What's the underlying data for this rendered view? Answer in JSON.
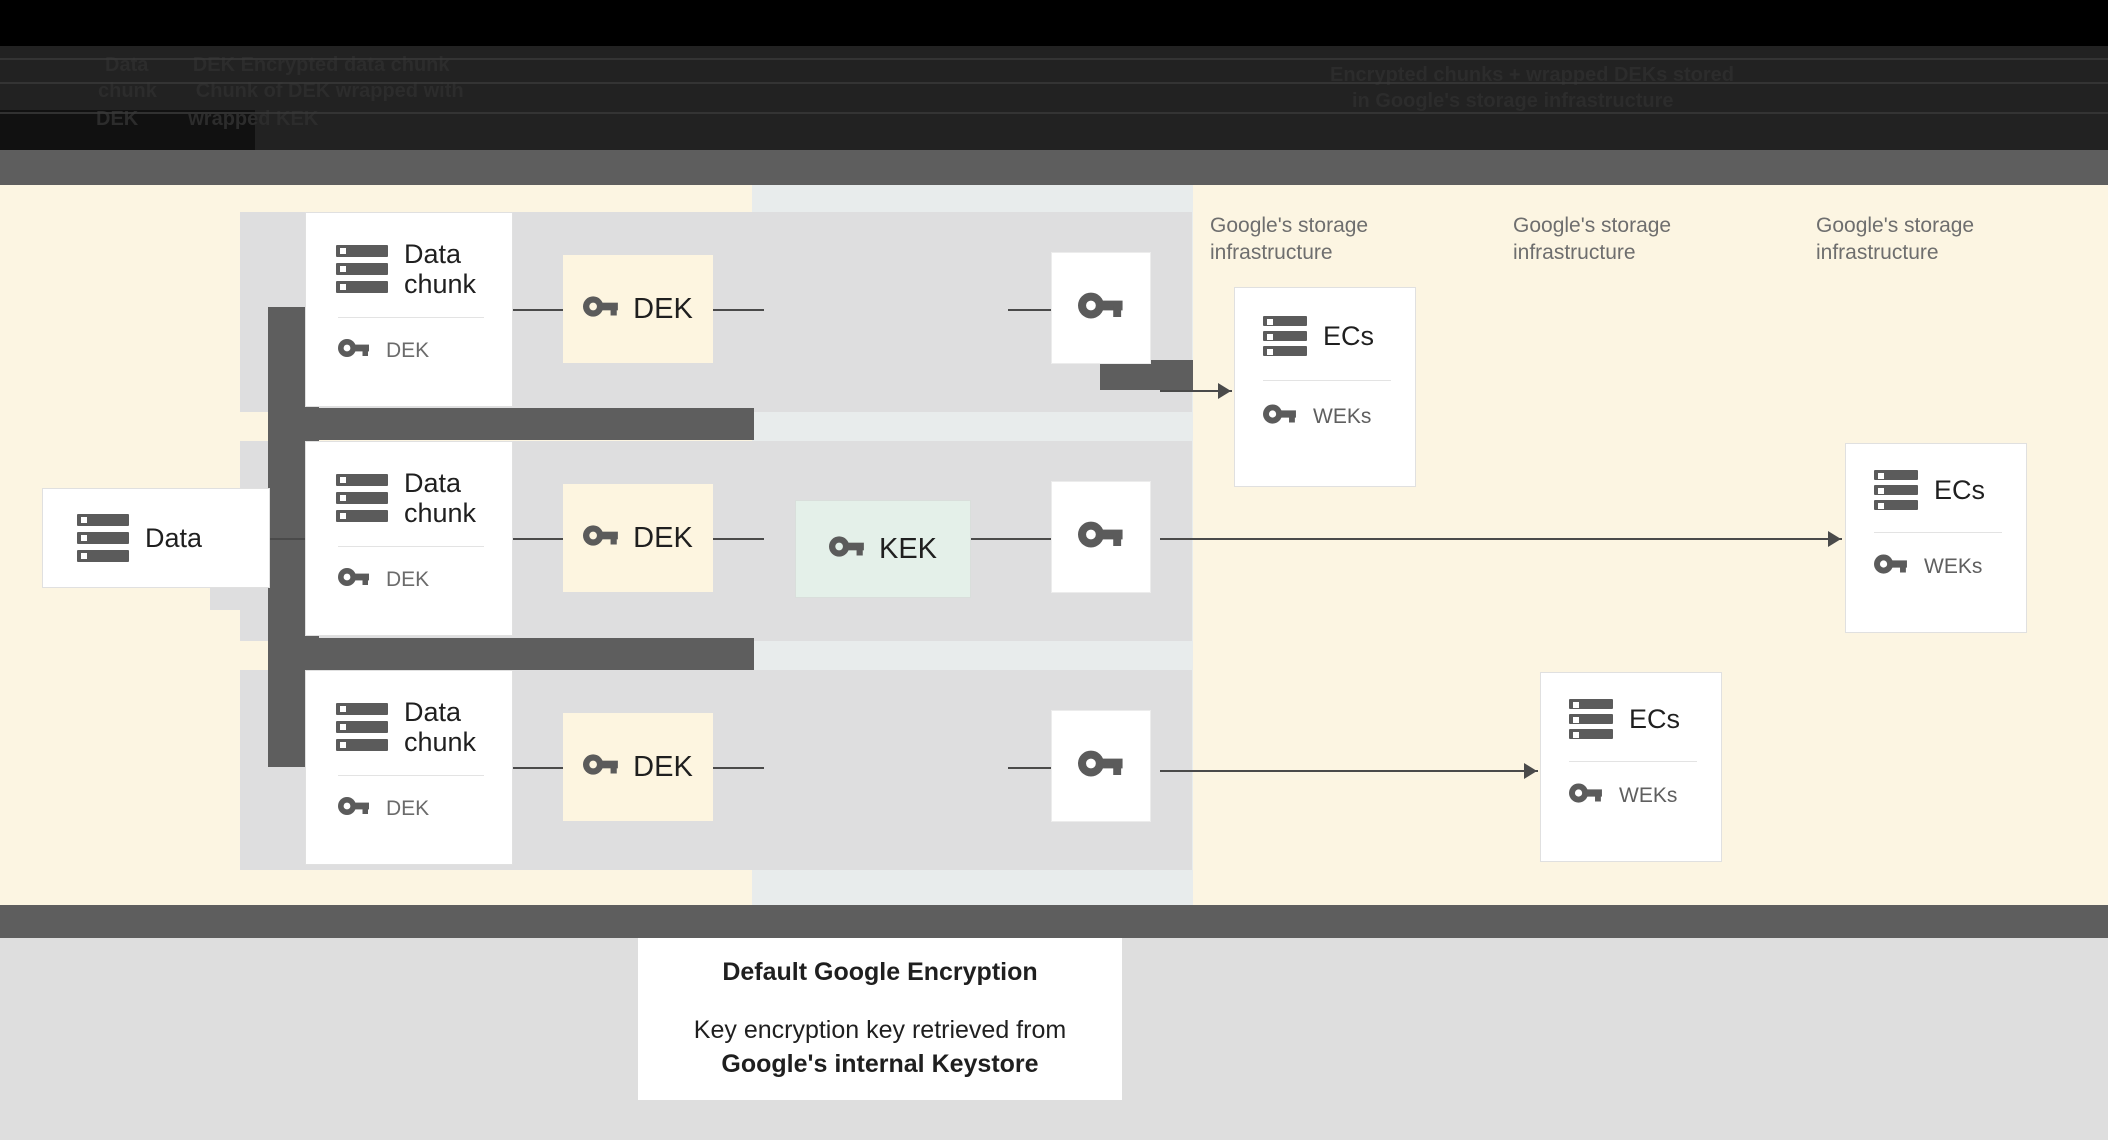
{
  "header": {
    "obscured": true,
    "lines": [
      "Data        DEK Encrypted data chunk",
      "chunk       Chunk of DEK wrapped with",
      "DEK         wrapped KEK"
    ],
    "right_lines": [
      "Encrypted chunks + wrapped DEKs stored",
      "in Google's storage infrastructure"
    ]
  },
  "diagram": {
    "source": {
      "label": "Data",
      "icon": "server-icon"
    },
    "chunks": [
      {
        "title": "Data chunk",
        "key_label": "DEK",
        "key_icon": "key-icon"
      },
      {
        "title": "Data chunk",
        "key_label": "DEK",
        "key_icon": "key-icon"
      },
      {
        "title": "Data chunk",
        "key_label": "DEK",
        "key_icon": "key-icon"
      }
    ],
    "deks": [
      {
        "label": "DEK",
        "icon": "key-icon"
      },
      {
        "label": "DEK",
        "icon": "key-icon"
      },
      {
        "label": "DEK",
        "icon": "key-icon"
      }
    ],
    "kek": {
      "label": "KEK",
      "icon": "key-icon"
    },
    "wrapped_keys": [
      {
        "icon": "key-icon"
      },
      {
        "icon": "key-icon"
      },
      {
        "icon": "key-icon"
      }
    ],
    "storage_labels": [
      "Google's storage\ninfrastructure",
      "Google's storage\ninfrastructure",
      "Google's storage\ninfrastructure"
    ],
    "ec_cards": [
      {
        "title": "ECs",
        "key_label": "WEKs",
        "key_icon": "key-icon",
        "icon": "server-icon"
      },
      {
        "title": "ECs",
        "key_label": "WEKs",
        "key_icon": "key-icon",
        "icon": "server-icon"
      },
      {
        "title": "ECs",
        "key_label": "WEKs",
        "key_icon": "key-icon",
        "icon": "server-icon"
      }
    ]
  },
  "caption": {
    "title": "Default Google Encryption",
    "body_line1": "Key encryption key retrieved from",
    "body_line2": "Google's internal Keystore"
  },
  "colors": {
    "cream": "#fcf5e2",
    "blue_grey": "#e8ecec",
    "light_grey": "#dededf",
    "dark_band": "#5e5e5e",
    "dek_fill": "#fdf5e0",
    "kek_fill": "#e4f0e9",
    "icon_grey": "#5b5b5b",
    "bottom_grey": "#dedede"
  }
}
